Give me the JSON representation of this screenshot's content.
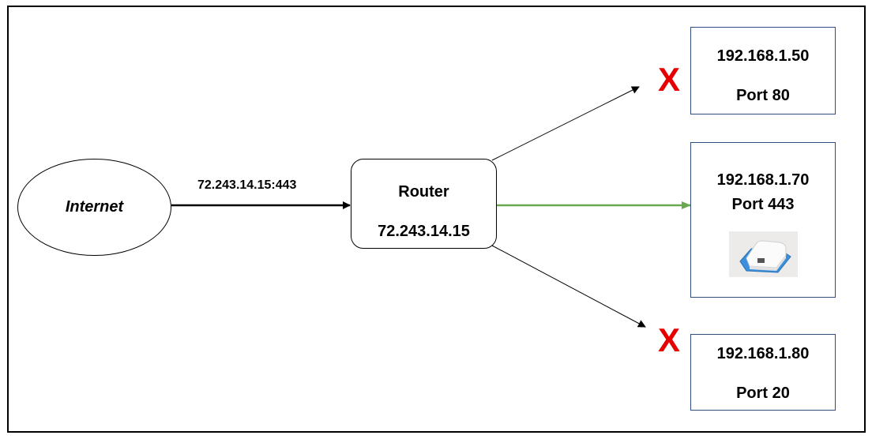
{
  "internet": {
    "label": "Internet"
  },
  "link": {
    "label": "72.243.14.15:443"
  },
  "router": {
    "title": "Router",
    "ip": "72.243.14.15"
  },
  "hosts": [
    {
      "ip": "192.168.1.50",
      "port": "Port 80",
      "status": "blocked"
    },
    {
      "ip": "192.168.1.70",
      "port": "Port 443",
      "status": "allowed"
    },
    {
      "ip": "192.168.1.80",
      "port": "Port 20",
      "status": "blocked"
    }
  ],
  "blocked_mark": "X",
  "colors": {
    "allowed": "#6aa84f",
    "blocked": "#e60000",
    "host_border": "#2f4f7f"
  },
  "icons": {
    "device": "network-device-icon"
  }
}
